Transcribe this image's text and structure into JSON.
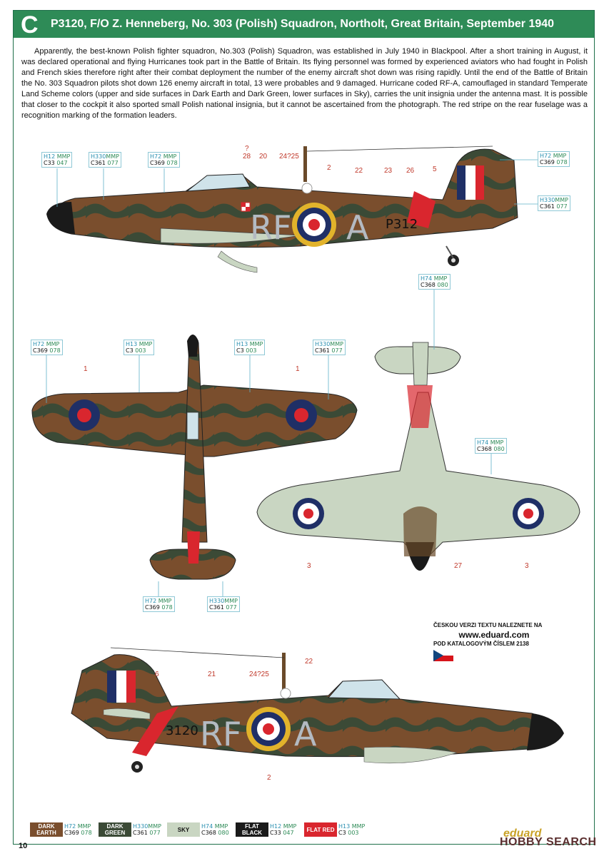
{
  "header": {
    "letter": "C",
    "title": "P3120, F/O Z. Henneberg, No. 303 (Polish) Squadron, Northolt, Great Britain, September 1940"
  },
  "description": "Apparently, the best-known Polish fighter squadron, No.303 (Polish) Squadron, was established in July 1940 in Blackpool. After a short training in August, it was declared operational and flying Hurricanes took part in the Battle of Britain. Its flying personnel was formed by experienced aviators who had fought in Polish and French skies therefore right after their combat deployment the number of the enemy aircraft shot down was rising rapidly. Until the end of the Battle of Britain the No. 303 Squadron pilots shot down 126 enemy aircraft in total, 13 were probables and 9 damaged. Hurricane coded RF-A, camouflaged in standard Temperate Land Scheme colors (upper and side surfaces in Dark Earth and Dark Green, lower surfaces in Sky), carries the unit insignia under the antenna mast. It is possible that closer to the cockpit it also sported small Polish national insignia, but it cannot be ascertained from the photograph. The red stripe on the rear fuselage was a recognition marking of the formation leaders.",
  "color_callouts": [
    {
      "h": "H12",
      "m": "MMP",
      "c": "C33",
      "n": "047"
    },
    {
      "h": "H330",
      "m": "MMP",
      "c": "C361",
      "n": "077"
    },
    {
      "h": "H72",
      "m": "MMP",
      "c": "C369",
      "n": "078"
    },
    {
      "h": "H72",
      "m": "MMP",
      "c": "C369",
      "n": "078"
    },
    {
      "h": "H330",
      "m": "MMP",
      "c": "C361",
      "n": "077"
    },
    {
      "h": "H74",
      "m": "MMP",
      "c": "C368",
      "n": "080"
    },
    {
      "h": "H72",
      "m": "MMP",
      "c": "C369",
      "n": "078"
    },
    {
      "h": "H13",
      "m": "MMP",
      "c": "C3",
      "n": "003"
    },
    {
      "h": "H13",
      "m": "MMP",
      "c": "C3",
      "n": "003"
    },
    {
      "h": "H330",
      "m": "MMP",
      "c": "C361",
      "n": "077"
    },
    {
      "h": "H74",
      "m": "MMP",
      "c": "C368",
      "n": "080"
    },
    {
      "h": "H72",
      "m": "MMP",
      "c": "C369",
      "n": "078"
    },
    {
      "h": "H330",
      "m": "MMP",
      "c": "C361",
      "n": "077"
    }
  ],
  "decal_numbers": [
    "?",
    "28",
    "20",
    "24?25",
    "2",
    "22",
    "23",
    "26",
    "5",
    "1",
    "1",
    "3",
    "27",
    "3",
    "6",
    "21",
    "24?25",
    "22",
    "2"
  ],
  "aircraft": {
    "code_top": "RF",
    "code_letter": "A",
    "serial_top": "P312",
    "code_bottom": "RF",
    "serial_bottom": "3120"
  },
  "czech_note": {
    "line1": "ČESKOU VERZI TEXTU NALEZNETE NA",
    "url": "www.eduard.com",
    "line2": "POD KATALOGOVÝM ČÍSLEM 2138"
  },
  "legend": [
    {
      "name": "DARK EARTH",
      "color": "#7a4e2d",
      "text_color": "#ffffff",
      "h": "H72",
      "m": "MMP",
      "c": "C369",
      "n": "078"
    },
    {
      "name": "DARK GREEN",
      "color": "#3b4a36",
      "text_color": "#ffffff",
      "h": "H330",
      "m": "MMP",
      "c": "C361",
      "n": "077"
    },
    {
      "name": "SKY",
      "color": "#c9d6c2",
      "text_color": "#111111",
      "h": "H74",
      "m": "MMP",
      "c": "C368",
      "n": "080"
    },
    {
      "name": "FLAT BLACK",
      "color": "#1a1a1a",
      "text_color": "#ffffff",
      "h": "H12",
      "m": "MMP",
      "c": "C33",
      "n": "047"
    },
    {
      "name": "FLAT RED",
      "color": "#d9262e",
      "text_color": "#ffffff",
      "h": "H13",
      "m": "MMP",
      "c": "C3",
      "n": "003"
    }
  ],
  "page_number": "10",
  "brand": "eduard",
  "watermark": "HOBBY SEARCH",
  "colors": {
    "accent": "#2e8b57",
    "earth": "#7a4e2d",
    "green": "#3b4a36",
    "sky": "#c9d6c2",
    "red": "#d9262e",
    "blue": "#1f2f66",
    "yellow": "#e2b32b"
  }
}
